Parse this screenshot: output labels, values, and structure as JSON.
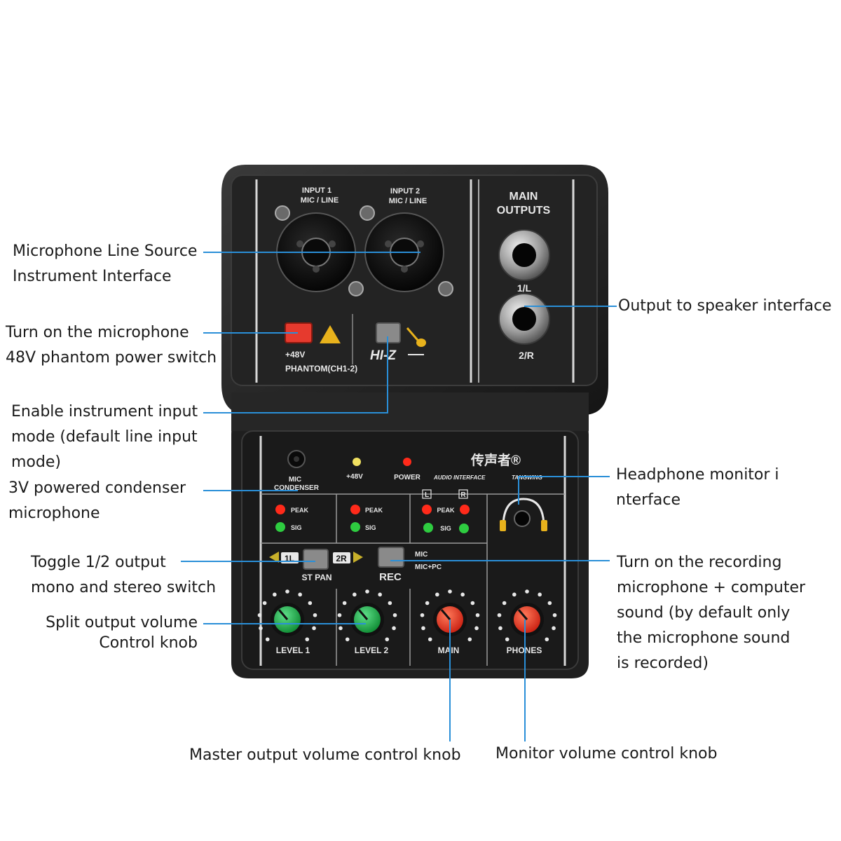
{
  "device": {
    "inputs": {
      "input1": [
        "INPUT 1",
        "MIC / LINE"
      ],
      "input2": [
        "INPUT 2",
        "MIC / LINE"
      ]
    },
    "main_outputs": [
      "MAIN",
      "OUTPUTS"
    ],
    "output_jack_labels": [
      "1/L",
      "2/R"
    ],
    "phantom": {
      "v48": "+48V",
      "label": "PHANTOM(CH1-2)"
    },
    "hiz": "HI-Z",
    "mic_condenser": [
      "MIC",
      "CONDENSER"
    ],
    "led_48v": "+48V",
    "led_power": "POWER",
    "brand": "传声者®",
    "subtitle": "AUDIO INTERFACE",
    "subtitle_extra": "TANGWING",
    "peak": "PEAK",
    "sig": "SIG",
    "lr": [
      "L",
      "R"
    ],
    "st_pan": "ST PAN",
    "pan_1l": "1L",
    "pan_2r": "2R",
    "rec": "REC",
    "rec_mic": "MIC",
    "rec_micpc": "MIC+PC",
    "knobs": [
      "LEVEL 1",
      "LEVEL 2",
      "MAIN",
      "PHONES"
    ],
    "colors": {
      "knob_green": "#1fb54a",
      "knob_red": "#e8321e",
      "button_red": "#e63a2e",
      "led_red": "#ff2a1a",
      "led_green": "#2ecc40",
      "leader_line": "#2a8fd8"
    }
  },
  "annotations": {
    "mic_line": [
      "Microphone Line Source",
      "Instrument Interface"
    ],
    "phantom": [
      "Turn on the microphone",
      "48V phantom power switch"
    ],
    "instrument": [
      "Enable instrument input",
      "mode (default line input",
      "mode)"
    ],
    "condenser": [
      "3V powered condenser",
      "microphone"
    ],
    "toggle": [
      "Toggle 1/2 output",
      "mono and stereo switch"
    ],
    "split": [
      "Split output volume",
      "Control knob"
    ],
    "master": "Master output volume control knob",
    "monitor": "Monitor volume control knob",
    "speaker": "Output to speaker interface",
    "headphone": [
      "Headphone monitor i",
      "nterface"
    ],
    "recording": [
      "Turn on the recording",
      "microphone + computer",
      "sound (by default only",
      "the microphone sound",
      "is recorded)"
    ]
  }
}
